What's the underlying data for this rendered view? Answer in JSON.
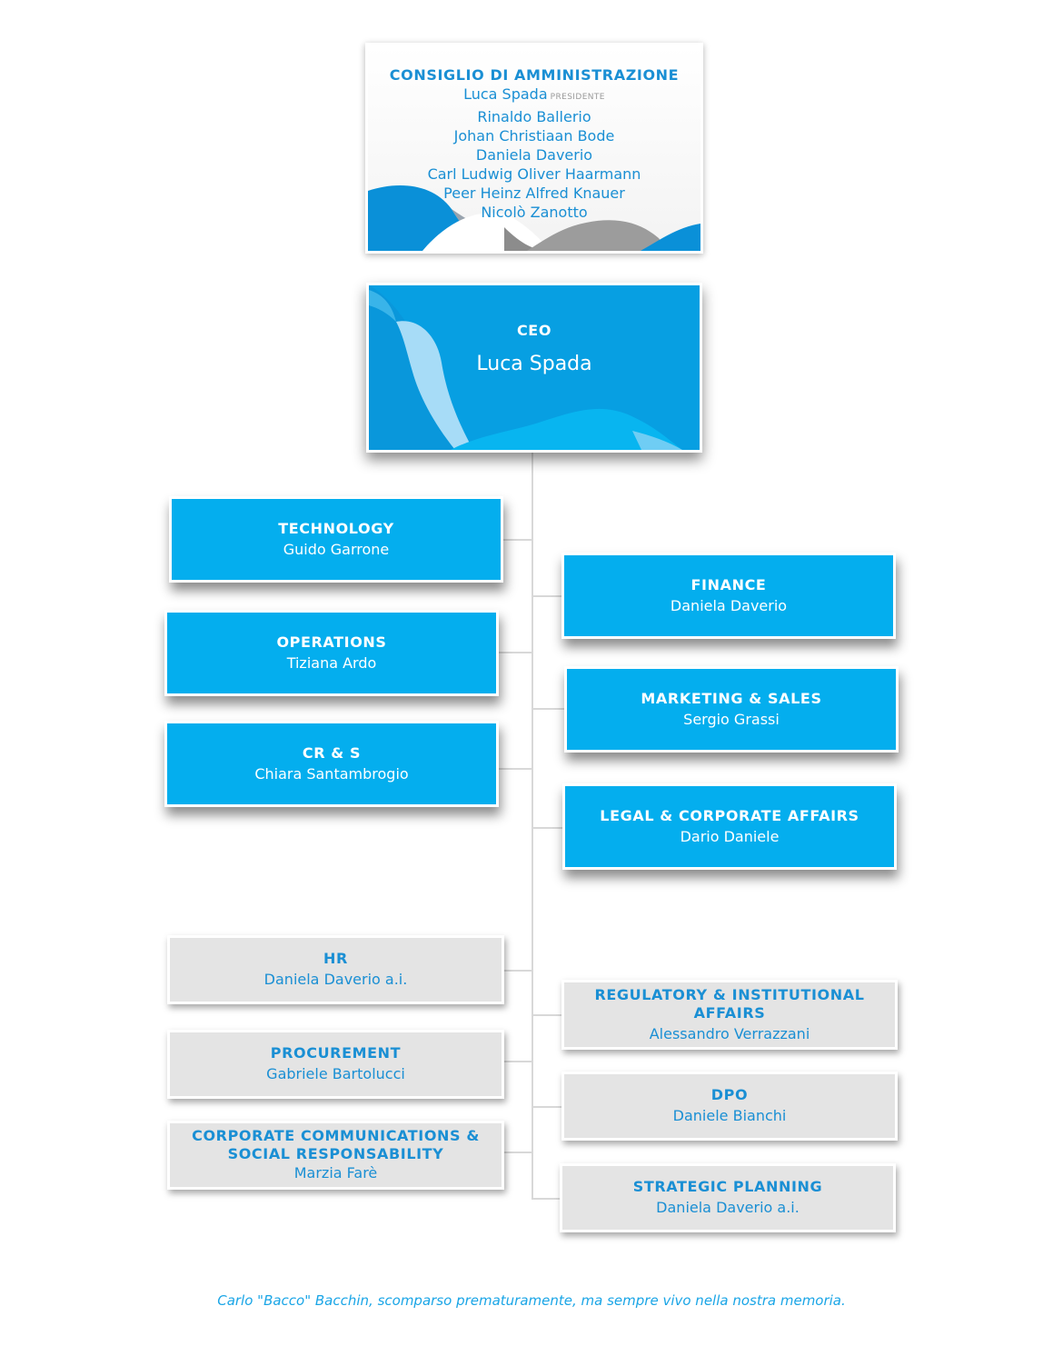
{
  "board": {
    "title": "CONSIGLIO DI  AMMINISTRAZIONE",
    "chair": {
      "name": "Luca Spada",
      "tag": "PRESIDENTE"
    },
    "members": [
      "Rinaldo Ballerio",
      "Johan Christiaan Bode",
      "Daniela Daverio",
      "Carl Ludwig Oliver Haarmann",
      "Peer Heinz Alfred Knauer",
      "Nicolò Zanotto"
    ]
  },
  "ceo": {
    "role": "CEO",
    "name": "Luca Spada"
  },
  "units": {
    "technology": {
      "role": "TECHNOLOGY",
      "name": "Guido Garrone"
    },
    "operations": {
      "role": "OPERATIONS",
      "name": "Tiziana Ardo"
    },
    "crs": {
      "role": "CR & S",
      "name": "Chiara Santambrogio"
    },
    "finance": {
      "role": "FINANCE",
      "name": "Daniela Daverio"
    },
    "marketing": {
      "role": "MARKETING & SALES",
      "name": "Sergio Grassi"
    },
    "legal": {
      "role": "LEGAL & CORPORATE AFFAIRS",
      "name": "Dario Daniele"
    }
  },
  "staff": {
    "hr": {
      "role": "HR",
      "name": "Daniela Daverio a.i."
    },
    "procurement": {
      "role": "PROCUREMENT",
      "name": "Gabriele Bartolucci"
    },
    "comms": {
      "role_line1": "CORPORATE COMMUNICATIONS &",
      "role_line2": "SOCIAL RESPONSABILITY",
      "name": "Marzia Farè"
    },
    "regulatory": {
      "role": "REGULATORY & INSTITUTIONAL AFFAIRS",
      "name": "Alessandro Verrazzani"
    },
    "dpo": {
      "role": "DPO",
      "name": "Daniele Bianchi"
    },
    "strategic": {
      "role": "STRATEGIC PLANNING",
      "name": "Daniela Daverio a.i."
    }
  },
  "footer": {
    "text": "Carlo \"Bacco\" Bacchin, scomparso prematuramente, ma sempre vivo nella nostra memoria."
  },
  "colors": {
    "accent_blue": "#04aeee",
    "text_blue": "#1a8fd4",
    "gray_box": "#e4e4e4",
    "connector": "#d8d8d8"
  }
}
